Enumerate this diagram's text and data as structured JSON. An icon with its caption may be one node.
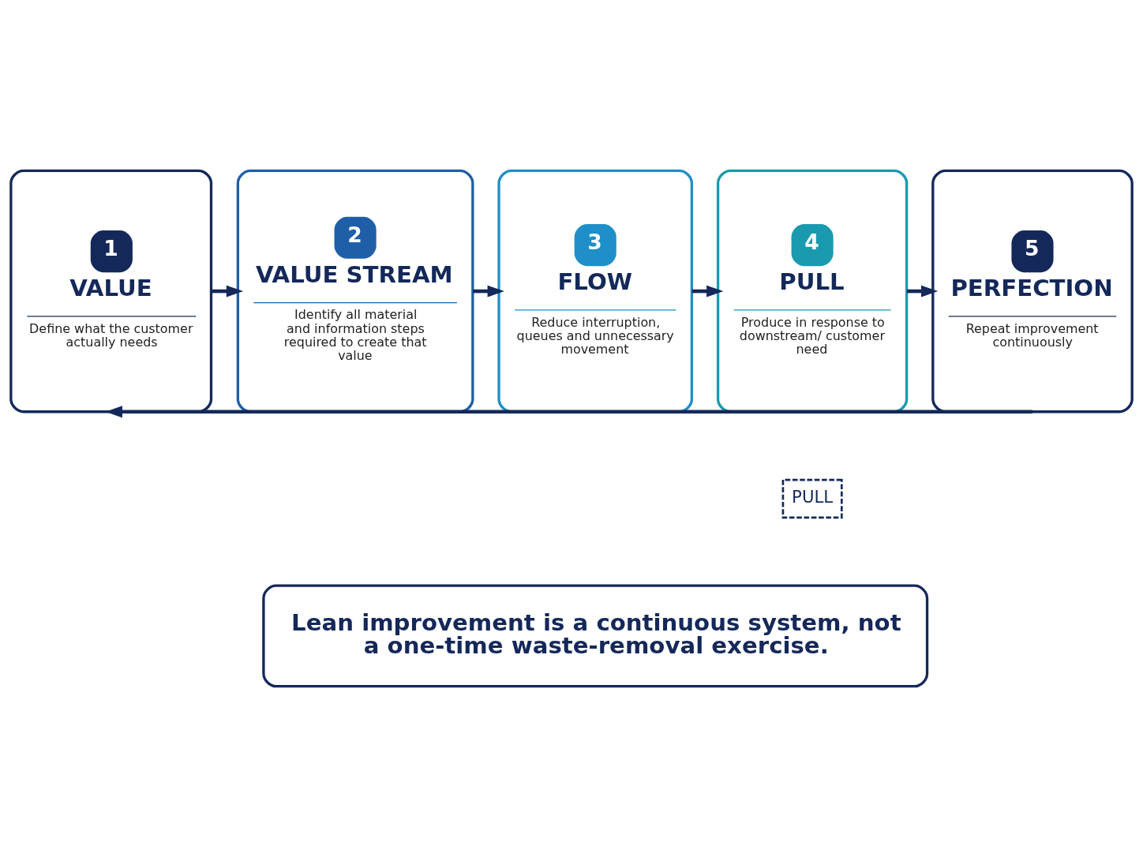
{
  "diagram": {
    "nodes": [
      {
        "text": [
          "1",
          "VALUE",
          "Define what the customer actually needs"
        ]
      },
      {
        "text": [
          "2",
          "VALUE STREAM",
          "Identify all material and information steps required to create that value"
        ]
      },
      {
        "text": [
          "3",
          "FLOW",
          "Reduce interruption, queues and unnecessary movement"
        ]
      },
      {
        "text": [
          "4",
          "PULL",
          "Produce in response to downstream/ customer need"
        ]
      },
      {
        "text": [
          "5",
          "PERFECTION",
          "Repeat improvement continuously"
        ]
      },
      {
        "text": [
          "Lean improvement is a continuous system, not a one-time waste-removal exercise."
        ]
      }
    ],
    "edges": [
      {
        "from": 0,
        "to": 1,
        "arrow": "to"
      },
      {
        "from": 1,
        "to": 2,
        "arrow": "to"
      },
      {
        "from": 2,
        "to": 3,
        "arrow": "to"
      },
      {
        "from": 3,
        "to": 4,
        "arrow": "to"
      },
      {
        "from": 4,
        "to": 0,
        "arrow": "to"
      }
    ],
    "labels": [
      "PULL"
    ]
  }
}
